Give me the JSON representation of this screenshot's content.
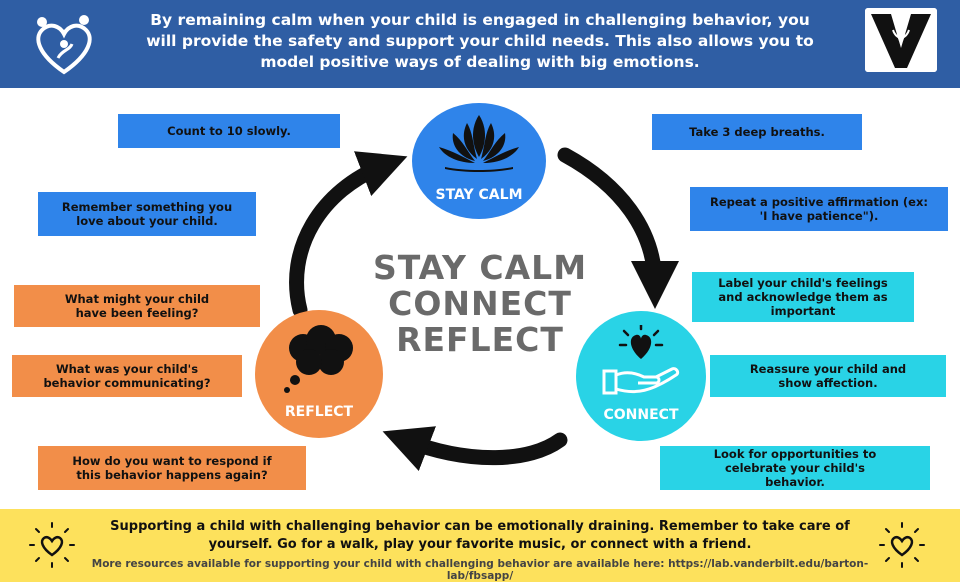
{
  "header": {
    "text": "By remaining calm when your child is engaged in challenging behavior, you will provide the safety and support your child needs. This also allows you to model positive ways of dealing with big emotions."
  },
  "center": {
    "line1": "STAY CALM",
    "line2": "CONNECT",
    "line3": "REFLECT"
  },
  "circles": {
    "stay_calm": "STAY CALM",
    "connect": "CONNECT",
    "reflect": "REFLECT"
  },
  "tips": {
    "left": [
      "Count to 10 slowly.",
      "Remember something you love about your child.",
      "What might your child have been feeling?",
      "What was your child's behavior communicating?",
      "How do you want to respond if this behavior happens again?"
    ],
    "right": [
      "Take 3 deep breaths.",
      "Repeat a positive affirmation (ex: 'I have patience\").",
      "Label your child's feelings and acknowledge them as important",
      "Reassure your child and show affection.",
      "Look for opportunities to celebrate your child's behavior."
    ]
  },
  "footer": {
    "main": "Supporting a child with challenging behavior can be emotionally draining. Remember to take care of yourself. Go for a walk, play your favorite music, or connect with a friend.",
    "sub": "More resources available for supporting your child with challenging behavior are available here: https://lab.vanderbilt.edu/barton-lab/fbsapp/"
  },
  "colors": {
    "header_bg": "#2f5ea4",
    "blue": "#2f84ea",
    "orange": "#f28e49",
    "cyan": "#29d3e6",
    "footer_bg": "#fde15c",
    "title_gray": "#6a6a6a"
  },
  "icons": {
    "left_logo": "family-heart-icon",
    "right_logo": "vanderbilt-v-logo",
    "stay_calm": "lotus-icon",
    "connect": "hand-heart-icon",
    "reflect": "thought-cloud-icon",
    "footer": "heart-icon"
  }
}
